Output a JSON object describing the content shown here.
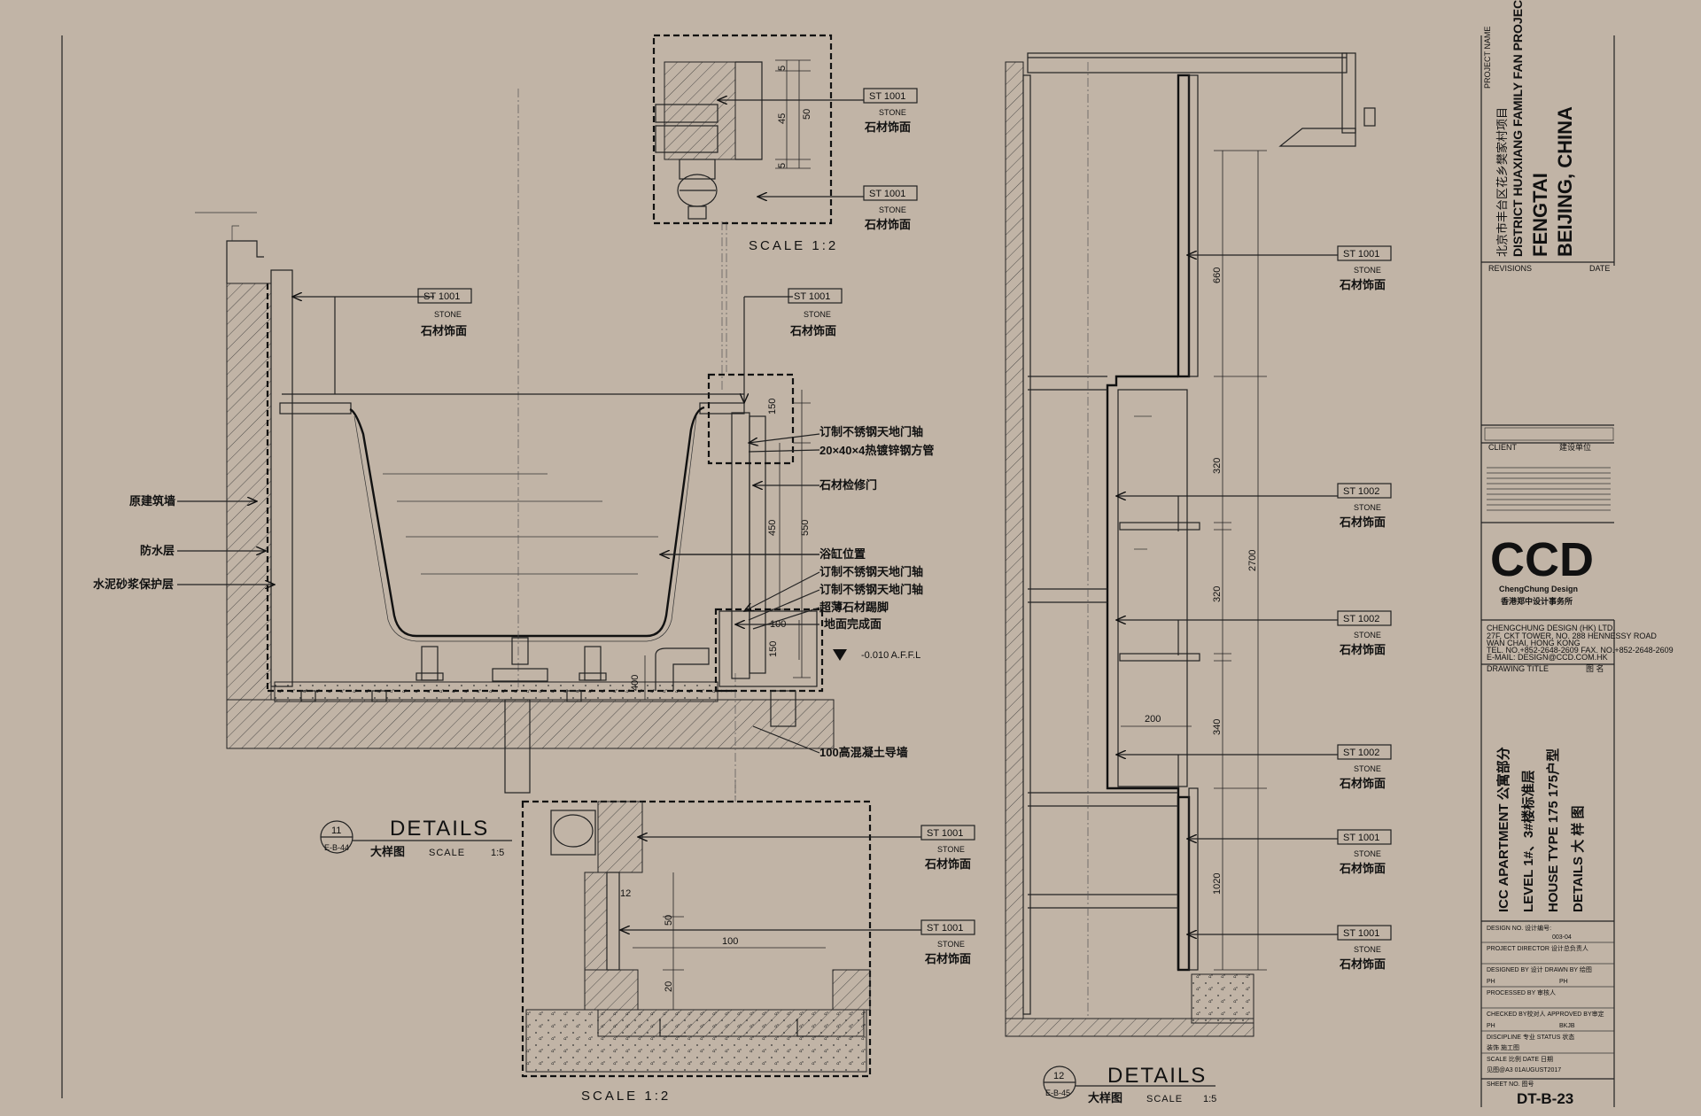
{
  "material_tags": {
    "st1001": "ST 1001",
    "st1002": "ST 1002",
    "stone": "STONE",
    "stone_cn": "石材饰面"
  },
  "bathtub_notes": {
    "wall_left": "原建筑墙",
    "waterproof": "防水层",
    "mortar": "水泥砂浆保护层",
    "hinge1": "订制不锈钢天地门轴",
    "tube": "20×40×4热镀锌钢方管",
    "access_door": "石材检修门",
    "tub_pos": "浴缸位置",
    "hinge2": "订制不锈钢天地门轴",
    "hinge3": "订制不锈钢天地门轴",
    "stone_foot": "超薄石材踢脚",
    "floor_finish": "地面完成面",
    "level": "-0.010 A.F.F.L",
    "curb": "100高混凝土导墙"
  },
  "dims": {
    "d5a": "5",
    "d45": "45",
    "d50a": "50",
    "d5b": "5",
    "d150": "150",
    "d450": "450",
    "d550": "550",
    "d100a": "100",
    "d150b": "150",
    "d400": "400",
    "d12": "12",
    "d50b": "50",
    "d100b": "100",
    "d20": "20",
    "d660": "660",
    "d320a": "320",
    "d2700": "2700",
    "d320b": "320",
    "d340": "340",
    "d200": "200",
    "d1020": "1020"
  },
  "scale_labels": {
    "top": "SCALE 1:2",
    "bottom": "SCALE 1:2"
  },
  "detail_11": {
    "num": "11",
    "ref": "E-B-44",
    "title": "DETAILS",
    "cn": "大样图",
    "scale": "SCALE",
    "scale_val": "1:5"
  },
  "detail_12": {
    "num": "12",
    "ref": "E-B-45",
    "title": "DETAILS",
    "cn": "大样图",
    "scale": "SCALE",
    "scale_val": "1:5"
  },
  "title_block": {
    "project_name_label": "PROJECT NAME",
    "project_cn": "北京市丰台区花乡樊家村项目",
    "project_en": "DISTRICT HUAXIANG FAMILY FAN PROJECT",
    "city1": "FENGTAI",
    "city2": "BEIJING, CHINA",
    "revisions": "REVISIONS",
    "date": "DATE",
    "client": "CLIENT",
    "client_cn": "建设单位",
    "logo": "CCD",
    "logo_sub": "ChengChung Design",
    "logo_cn": "香港郑中设计事务所",
    "company": "CHENGCHUNG DESIGN (HK) LTD.",
    "addr1": "27F, CKT TOWER, NO. 288 HENNESSY ROAD",
    "addr2": "WAN CHAI, HONG KONG",
    "tel": "TEL. NO.+852-2648-2609   FAX. NO.+852-2648-2609",
    "email": "E-MAIL: DESIGN@CCD.COM.HK",
    "drawing_title": "DRAWING TITLE",
    "drawing_title_cn": "图 名",
    "t1": "ICC APARTMENT  公寓部分",
    "t2": "LEVEL  1#、3#楼标准层",
    "t3": "HOUSE TYPE 175  175户型",
    "t4": "DETAILS 大 样 图",
    "design_no": "DESIGN NO. 设计编号:",
    "design_no_val": "003-04",
    "director": "PROJECT DIRECTOR  设计总负责人",
    "designed": "DESIGNED BY 设计    DRAWN BY 绘图",
    "ph1": "PH",
    "ph2": "PH",
    "processed": "PROCESSED BY 审核人",
    "checked": "CHECKED BY校对人 APPROVED BY审定",
    "ph3": "PH",
    "bkjb": "BKJB",
    "discipline": "DISCIPLINE 专业    STATUS 状态",
    "disc_val": "装饰        施工图",
    "scale_l": "SCALE 比例          DATE 日期",
    "scale_v": "见图@A3          01AUGUST2017",
    "sheet_no": "SHEET NO. 图号",
    "sheet_val": "DT-B-23"
  }
}
